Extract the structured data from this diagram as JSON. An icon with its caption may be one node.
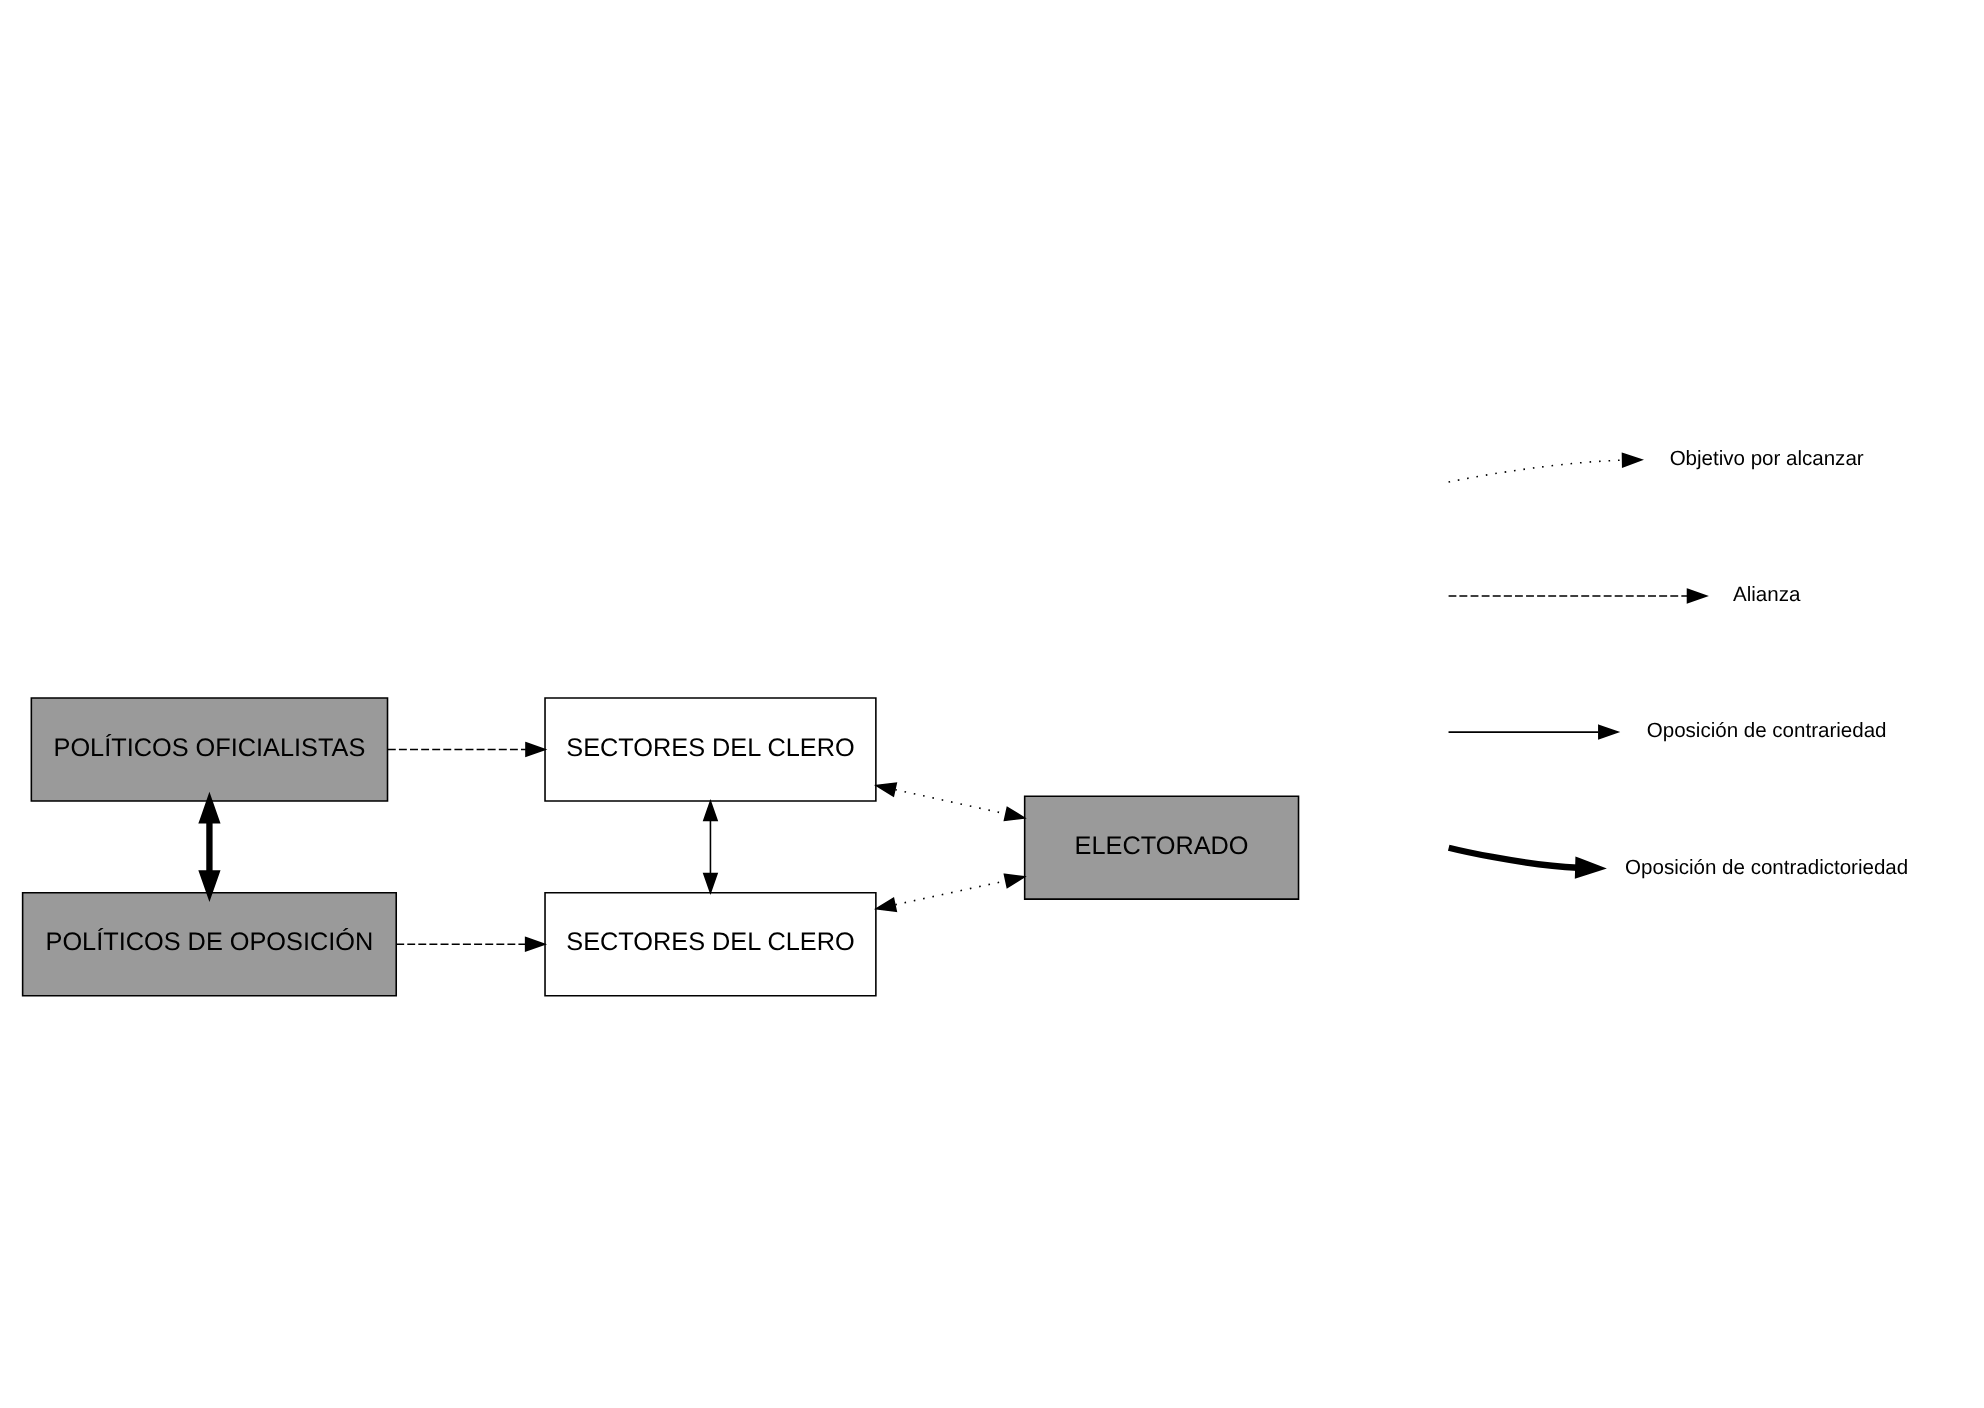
{
  "diagram": {
    "nodes": [
      {
        "text": [
          "POLÍTICOS OFICIALISTAS"
        ]
      },
      {
        "text": [
          "SECTORES DEL CLERO"
        ]
      },
      {
        "text": [
          "ELECTORADO"
        ]
      },
      {
        "text": [
          "SECTORES DEL CLERO"
        ]
      },
      {
        "text": [
          "POLÍTICOS DE OPOSICIÓN"
        ]
      }
    ],
    "edges": [
      {
        "from": 0,
        "to": 1,
        "arrow": "to",
        "style": "dashed"
      },
      {
        "from": 0,
        "to": 4,
        "arrow": "both",
        "style": "thick"
      },
      {
        "from": 1,
        "to": 3,
        "arrow": "both"
      },
      {
        "from": 1,
        "to": 2,
        "arrow": "both",
        "style": "dashed"
      },
      {
        "from": 3,
        "to": 2,
        "arrow": "both",
        "style": "dashed"
      },
      {
        "from": 4,
        "to": 3,
        "arrow": "to",
        "style": "dashed"
      }
    ],
    "legend": [
      {
        "text": "Objetivo por alcanzar"
      },
      {
        "text": "Alianza"
      },
      {
        "text": "Oposición de contrariedad"
      },
      {
        "text": "Oposición de contradictoriedad"
      }
    ]
  }
}
